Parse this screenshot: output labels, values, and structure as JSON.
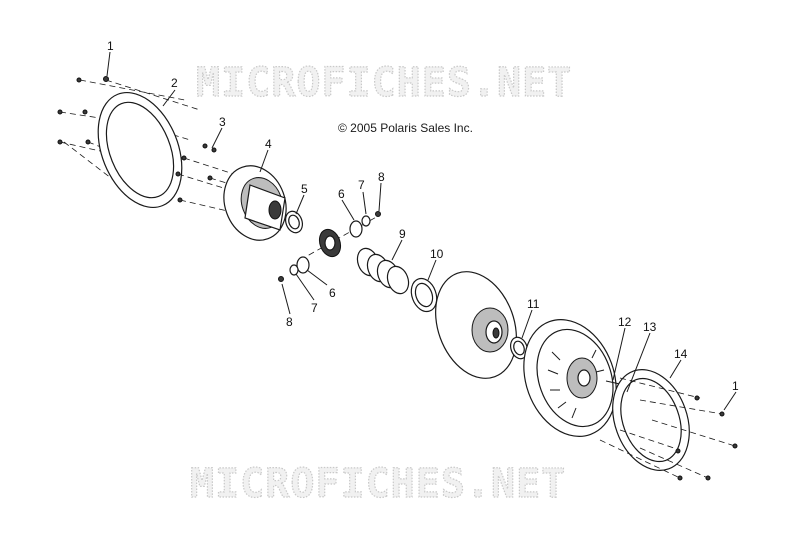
{
  "watermark": "MICROFICHES.NET",
  "copyright": "© 2005 Polaris Sales Inc.",
  "callouts": [
    {
      "id": "callout-1-top",
      "label": "1"
    },
    {
      "id": "callout-2",
      "label": "2"
    },
    {
      "id": "callout-3",
      "label": "3"
    },
    {
      "id": "callout-4",
      "label": "4"
    },
    {
      "id": "callout-5",
      "label": "5"
    },
    {
      "id": "callout-6-top",
      "label": "6"
    },
    {
      "id": "callout-7-top",
      "label": "7"
    },
    {
      "id": "callout-8-top",
      "label": "8"
    },
    {
      "id": "callout-9",
      "label": "9"
    },
    {
      "id": "callout-10",
      "label": "10"
    },
    {
      "id": "callout-6-bottom",
      "label": "6"
    },
    {
      "id": "callout-7-bottom",
      "label": "7"
    },
    {
      "id": "callout-8-bottom",
      "label": "8"
    },
    {
      "id": "callout-11",
      "label": "11"
    },
    {
      "id": "callout-12",
      "label": "12"
    },
    {
      "id": "callout-13",
      "label": "13"
    },
    {
      "id": "callout-14",
      "label": "14"
    },
    {
      "id": "callout-1-bottom",
      "label": "1"
    }
  ]
}
